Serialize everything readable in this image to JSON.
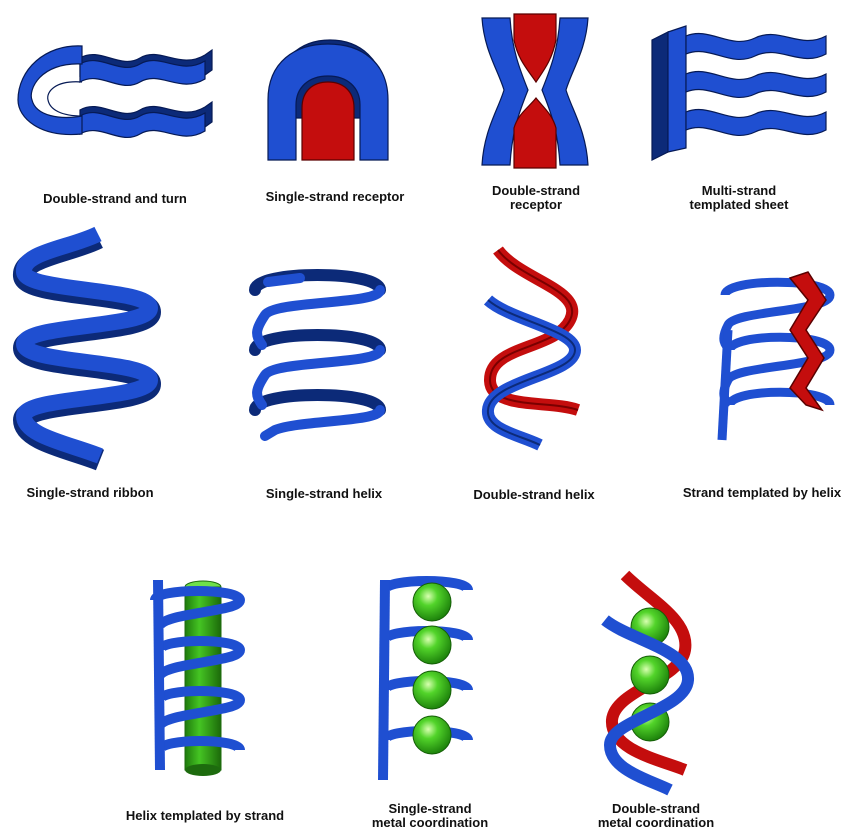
{
  "colors": {
    "strand": "#1f4fd1",
    "strand_dark": "#0c2a78",
    "receptor": "#c40d0d",
    "receptor_dark": "#6e0000",
    "template": "#3fc21f",
    "template_dark": "#1d6b0e"
  },
  "panels": [
    {
      "id": "double-strand-turn",
      "caption": [
        "Double-strand and turn"
      ]
    },
    {
      "id": "single-strand-receptor",
      "caption": [
        "Single-strand receptor"
      ]
    },
    {
      "id": "double-strand-receptor",
      "caption": [
        "Double-strand",
        "receptor"
      ]
    },
    {
      "id": "multi-strand-sheet",
      "caption": [
        "Multi-strand",
        "templated sheet"
      ]
    },
    {
      "id": "single-strand-ribbon",
      "caption": [
        "Single-strand ribbon"
      ]
    },
    {
      "id": "single-strand-helix",
      "caption": [
        "Single-strand helix"
      ]
    },
    {
      "id": "double-strand-helix",
      "caption": [
        "Double-strand helix"
      ]
    },
    {
      "id": "strand-templated-by-helix",
      "caption": [
        "Strand templated by helix"
      ]
    },
    {
      "id": "helix-templated-by-strand",
      "caption": [
        "Helix templated by strand"
      ]
    },
    {
      "id": "single-strand-metal",
      "caption": [
        "Single-strand",
        "metal coordination"
      ]
    },
    {
      "id": "double-strand-metal",
      "caption": [
        "Double-strand",
        "metal coordination"
      ]
    }
  ]
}
